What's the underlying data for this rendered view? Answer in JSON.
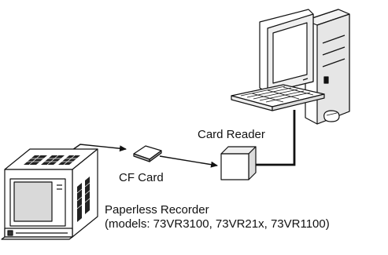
{
  "labels": {
    "card_reader": "Card Reader",
    "cf_card": "CF Card",
    "recorder_name": "Paperless Recorder",
    "recorder_models": "(models: 73VR3100, 73VR21x, 73VR1100)"
  },
  "colors": {
    "line": "#111111",
    "screen_fill": "#d9d9d9",
    "vent_fill": "#222222",
    "body_fill": "#ffffff"
  },
  "icons": {
    "computer": "desktop-computer-icon",
    "card_reader": "card-reader-box-icon",
    "cf_card": "memory-card-icon",
    "recorder": "paperless-recorder-icon"
  }
}
